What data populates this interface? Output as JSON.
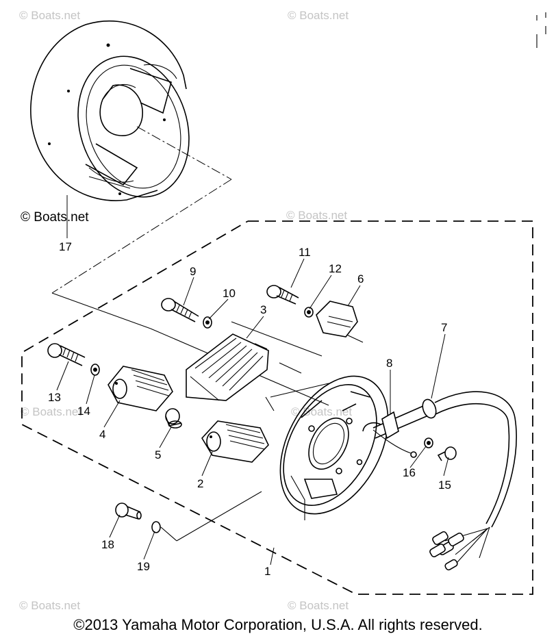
{
  "watermark": "© Boats.net",
  "copyright": "©2013 Yamaha Motor Corporation, U.S.A. All rights reserved.",
  "part_numbers": [
    "1",
    "2",
    "3",
    "4",
    "5",
    "6",
    "7",
    "8",
    "9",
    "10",
    "11",
    "12",
    "13",
    "14",
    "15",
    "16",
    "17",
    "18",
    "19"
  ]
}
